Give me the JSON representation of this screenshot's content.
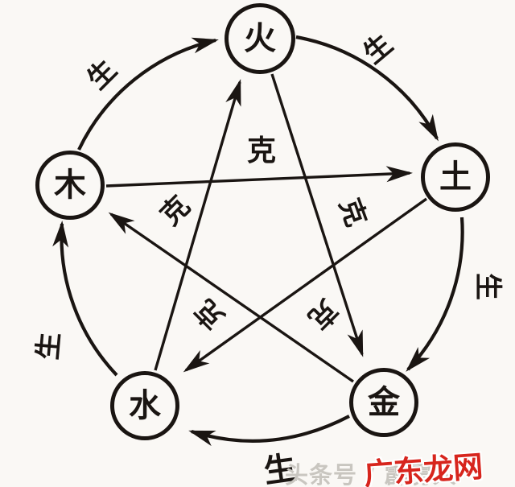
{
  "diagram": {
    "nodes": [
      {
        "id": "fire",
        "label": "火"
      },
      {
        "id": "earth",
        "label": "土"
      },
      {
        "id": "metal",
        "label": "金"
      },
      {
        "id": "water",
        "label": "水"
      },
      {
        "id": "wood",
        "label": "木"
      }
    ],
    "generating_label": "生",
    "overcoming_label": "克",
    "generating_cycle": [
      "木→火",
      "火→土",
      "土→金",
      "金→水",
      "水→木"
    ],
    "overcoming_cycle": [
      "木→土",
      "火→金",
      "土→水",
      "金→木",
      "水→火"
    ]
  },
  "watermark": {
    "byline": "头条号 / 霹雳人",
    "site": "广东龙网"
  },
  "colors": {
    "ink": "#1a1512",
    "background": "#faf8f5",
    "watermark_gray": "#c9c6c0",
    "watermark_red": "#d7251d"
  }
}
